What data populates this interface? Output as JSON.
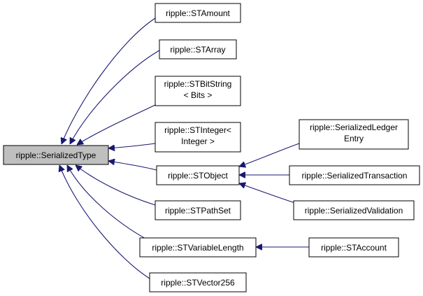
{
  "diagram": {
    "type": "inheritance-graph",
    "colors": {
      "edge": "#191970",
      "root_fill": "#bfbfbf",
      "node_fill": "#ffffff",
      "node_border": "#000000"
    },
    "nodes": {
      "serialized_type": {
        "lines": [
          "ripple::SerializedType"
        ]
      },
      "st_amount": {
        "lines": [
          "ripple::STAmount"
        ]
      },
      "st_array": {
        "lines": [
          "ripple::STArray"
        ]
      },
      "st_bit_string": {
        "lines": [
          "ripple::STBitString",
          "< Bits >"
        ]
      },
      "st_integer": {
        "lines": [
          "ripple::STInteger<",
          "Integer >"
        ]
      },
      "st_object": {
        "lines": [
          "ripple::STObject"
        ]
      },
      "st_path_set": {
        "lines": [
          "ripple::STPathSet"
        ]
      },
      "st_variable_length": {
        "lines": [
          "ripple::STVariableLength"
        ]
      },
      "st_vector256": {
        "lines": [
          "ripple::STVector256"
        ]
      },
      "serialized_ledger_entry": {
        "lines": [
          "ripple::SerializedLedger",
          "Entry"
        ]
      },
      "serialized_transaction": {
        "lines": [
          "ripple::SerializedTransaction"
        ]
      },
      "serialized_validation": {
        "lines": [
          "ripple::SerializedValidation"
        ]
      },
      "st_account": {
        "lines": [
          "ripple::STAccount"
        ]
      }
    },
    "edges": [
      {
        "from": "st_amount",
        "to": "serialized_type"
      },
      {
        "from": "st_array",
        "to": "serialized_type"
      },
      {
        "from": "st_bit_string",
        "to": "serialized_type"
      },
      {
        "from": "st_integer",
        "to": "serialized_type"
      },
      {
        "from": "st_object",
        "to": "serialized_type"
      },
      {
        "from": "st_path_set",
        "to": "serialized_type"
      },
      {
        "from": "st_variable_length",
        "to": "serialized_type"
      },
      {
        "from": "st_vector256",
        "to": "serialized_type"
      },
      {
        "from": "serialized_ledger_entry",
        "to": "st_object"
      },
      {
        "from": "serialized_transaction",
        "to": "st_object"
      },
      {
        "from": "serialized_validation",
        "to": "st_object"
      },
      {
        "from": "st_account",
        "to": "st_variable_length"
      }
    ]
  }
}
